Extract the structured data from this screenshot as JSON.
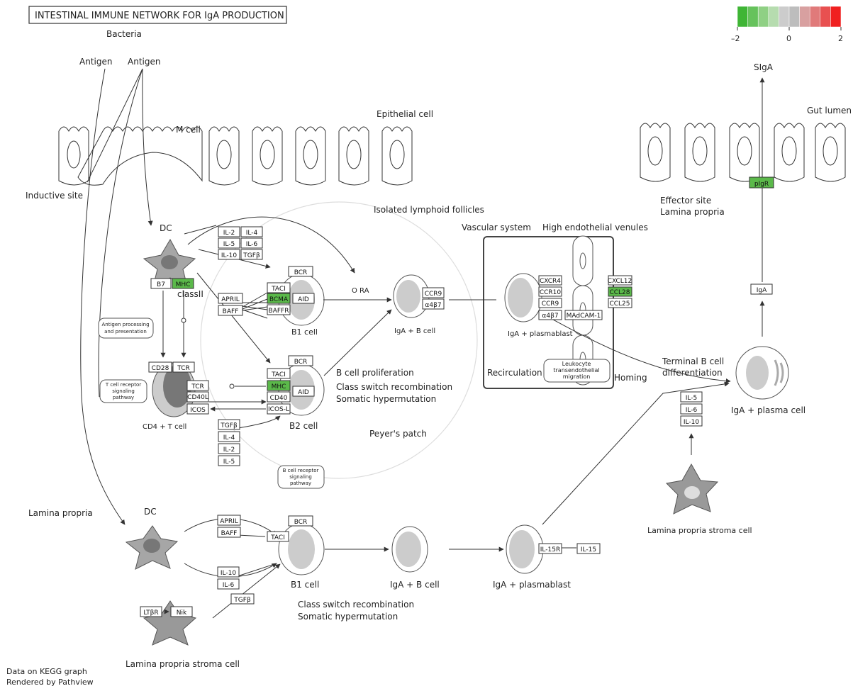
{
  "title": "INTESTINAL IMMUNE NETWORK FOR IgA PRODUCTION",
  "legend": {
    "ticks": [
      "–2",
      "0",
      "2"
    ],
    "colors": [
      "#3fb535",
      "#66c25c",
      "#8fd084",
      "#b6dcaf",
      "#cccccc",
      "#bdbdbd",
      "#d8a0a0",
      "#e07a7a",
      "#e85050",
      "#f02020"
    ]
  },
  "labels": {
    "bacteria": "Bacteria",
    "antigen1": "Antigen",
    "antigen2": "Antigen",
    "m_cell": "M cell",
    "epithelial": "Epithelial cell",
    "gut_lumen": "Gut lumen",
    "siga": "SIgA",
    "inductive": "Inductive site",
    "effector": "Effector site",
    "lp_top": "Lamina propria",
    "ilf": "Isolated lymphoid follicles",
    "vascular": "Vascular system",
    "hev": "High endothelial venules",
    "dc1": "DC",
    "dc2": "DC",
    "class2": "classII",
    "ora": "O RA",
    "b1cell": "B1 cell",
    "b2cell": "B2 cell",
    "iga_b": "IgA + B cell",
    "iga_plasmablast": "IgA + plasmablast",
    "recirc": "Recirculation",
    "homing": "Homing",
    "terminal1": "Terminal B cell",
    "terminal2": "differentiation",
    "iga_plasma": "IgA + plasma cell",
    "bprolif": "B cell proliferation",
    "csr": "Class switch recombination",
    "shm": "Somatic hypermutation",
    "peyers": "Peyer's patch",
    "cd4": "CD4 + T cell",
    "lp_bottom": "Lamina propria",
    "lp_stroma_r": "Lamina propria stroma cell",
    "b1cell_b": "B1 cell",
    "iga_b_b": "IgA + B cell",
    "iga_pb_b": "IgA + plasmablast",
    "csr_b": "Class switch recombination",
    "shm_b": "Somatic hypermutation",
    "lp_stroma_b": "Lamina propria stroma cell",
    "footer1": "Data on KEGG graph",
    "footer2": "Rendered by Pathview"
  },
  "pathways": {
    "ag_proc": [
      "Antigen processing",
      "and presentation"
    ],
    "tcr_path": [
      "T cell receptor",
      "signaling",
      "pathway"
    ],
    "bcr_path": [
      "B cell receptor",
      "signaling",
      "pathway"
    ],
    "leuko": [
      "Leukocyte",
      "transendothelial",
      "migration"
    ]
  },
  "genes": {
    "il2": "IL-2",
    "il4": "IL-4",
    "il5": "IL-5",
    "il6": "IL-6",
    "il10": "IL-10",
    "tgfb": "TGFβ",
    "b7": "B7",
    "mhc1": "MHC",
    "bcr1": "BCR",
    "taci1": "TACI",
    "bcma": "BCMA",
    "aid1": "AID",
    "baffr": "BAFFR",
    "april1": "APRIL",
    "baff1": "BAFF",
    "ccr9a": "CCR9",
    "a4b7a": "α4β7",
    "cxcr4": "CXCR4",
    "ccr10": "CCR10",
    "ccr9b": "CCR9",
    "a4b7b": "α4β7",
    "cxcl12": "CXCL12",
    "ccl28": "CCL28",
    "ccl25": "CCL25",
    "madcam": "MAdCAM-1",
    "piGR": "pIgR",
    "iga": "IgA",
    "il5r": "IL-5",
    "il6r": "IL-6",
    "il10r": "IL-10",
    "cd28": "CD28",
    "tcr1": "TCR",
    "tcr2": "TCR",
    "cd40l": "CD40L",
    "icos": "ICOS",
    "bcr2": "BCR",
    "taci2": "TACI",
    "mhc2": "MHC",
    "aid2": "AID",
    "cd40": "CD40",
    "icosl": "ICOS-L",
    "tgfb2": "TGFβ",
    "il4b": "IL-4",
    "il2b": "IL-2",
    "il5b": "IL-5",
    "april2": "APRIL",
    "baff2": "BAFF",
    "bcr3": "BCR",
    "taci3": "TACI",
    "il10b": "IL-10",
    "il6b": "IL-6",
    "tgfb3": "TGFβ",
    "il15r": "IL-15R",
    "il15": "IL-15",
    "ltbr": "LTβR",
    "nik": "Nik"
  }
}
